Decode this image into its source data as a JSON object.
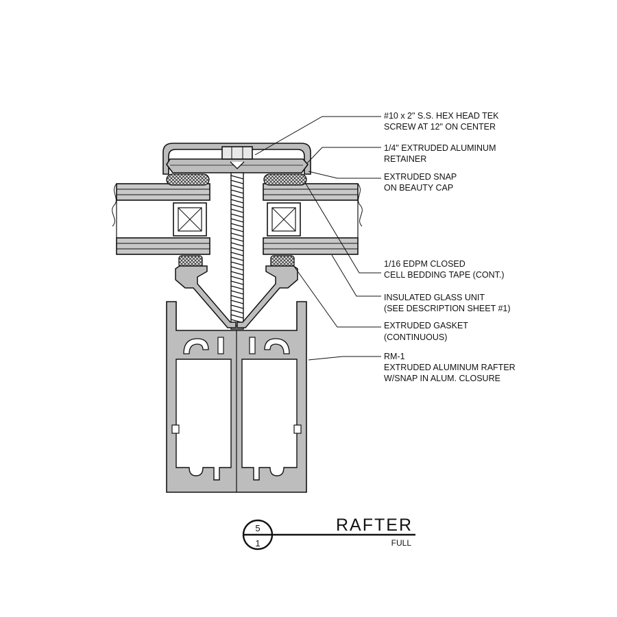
{
  "callouts": [
    {
      "line1": "#10 x 2\" S.S. HEX HEAD TEK",
      "line2": "SCREW AT 12\" ON CENTER"
    },
    {
      "line1": "1/4\" EXTRUDED ALUMINUM",
      "line2": "RETAINER"
    },
    {
      "line1": "EXTRUDED SNAP",
      "line2": "ON BEAUTY CAP"
    },
    {
      "line1": "1/16 EDPM CLOSED",
      "line2": "CELL BEDDING TAPE (CONT.)"
    },
    {
      "line1": "INSULATED GLASS UNIT",
      "line2": "(SEE DESCRIPTION SHEET #1)"
    },
    {
      "line1": "EXTRUDED GASKET",
      "line2": "(CONTINUOUS)"
    },
    {
      "line1": "RM-1",
      "line2": "EXTRUDED ALUMINUM RAFTER",
      "line3": "W/SNAP IN ALUM. CLOSURE"
    }
  ],
  "title_block": {
    "detail_number": "5",
    "sheet_number": "1",
    "title": "RAFTER",
    "scale": "FULL"
  },
  "colors": {
    "aluminum": "#bdbdbd",
    "glass": "#c8c8c8",
    "line": "#111111",
    "paper": "#ffffff"
  }
}
